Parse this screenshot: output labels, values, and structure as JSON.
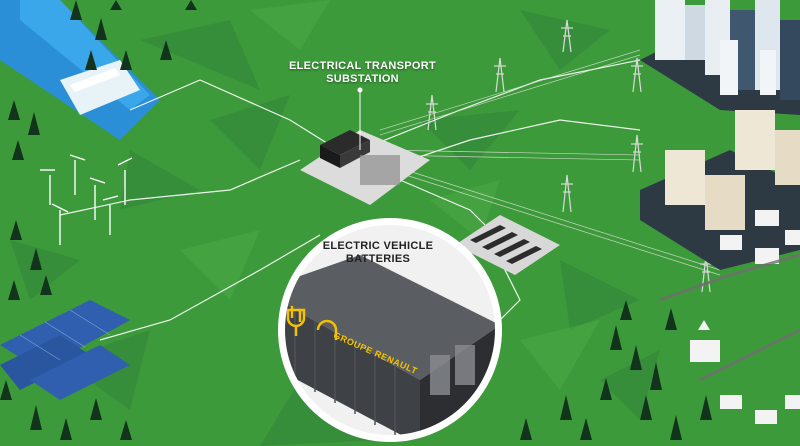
{
  "labels": {
    "substation": [
      "ELECTRICAL TRANSPORT",
      "SUBSTATION"
    ],
    "ev_batteries": [
      "ELECTRIC VEHICLE",
      "BATTERIES"
    ],
    "container_brand": "GROUPE RENAULT"
  },
  "colors": {
    "grass": "#3d9a3a",
    "grass_dark": "#2f7f2d",
    "water": "#2a8fd6",
    "line": "#ffffff",
    "panel": "#2f5fae",
    "container": "#4a4d52",
    "accent": "#f2c200"
  }
}
